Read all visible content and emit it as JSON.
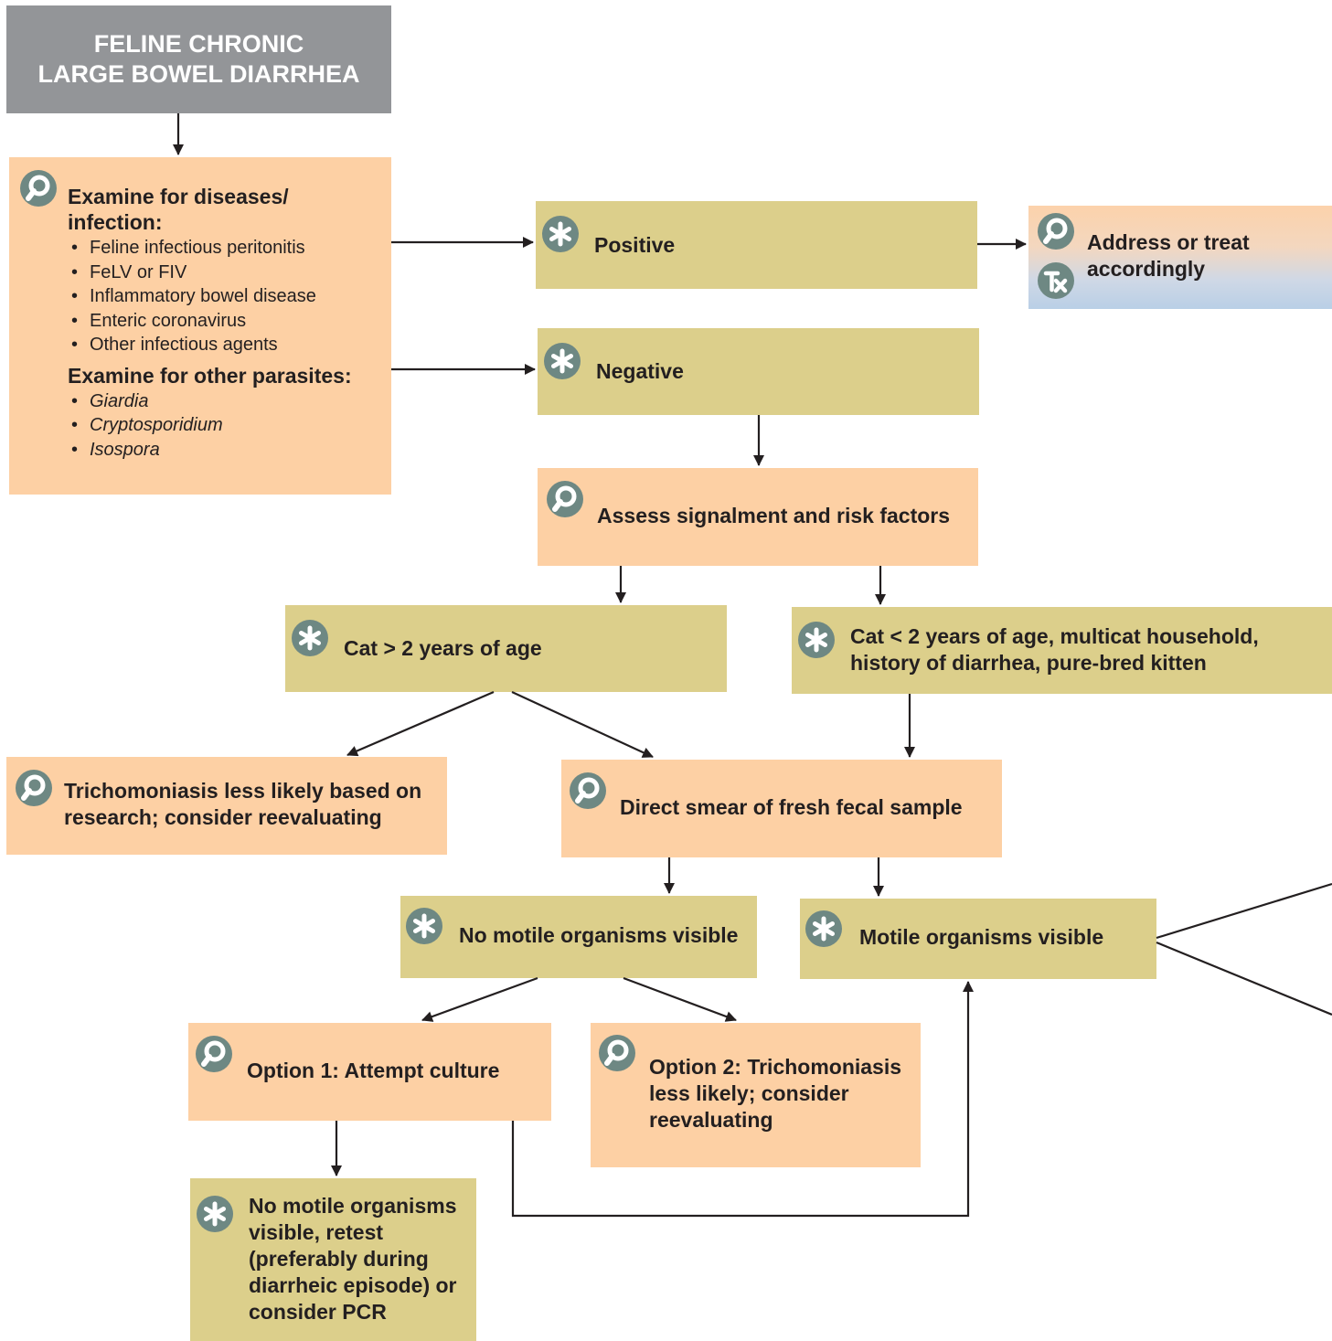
{
  "title": {
    "line1": "FELINE CHRONIC",
    "line2": "LARGE BOWEL DIARRHEA"
  },
  "examine": {
    "heading1": "Examine for diseases/",
    "heading1b": "infection:",
    "diseases": [
      "Feline infectious peritonitis",
      "FeLV or FIV",
      "Inflammatory bowel disease",
      "Enteric coronavirus",
      "Other infectious agents"
    ],
    "heading2": "Examine for other parasites:",
    "parasites": [
      "Giardia",
      "Cryptosporidium",
      "Isospora"
    ]
  },
  "nodes": {
    "positive": "Positive",
    "address": "Address or treat accordingly",
    "negative": "Negative",
    "assess": "Assess signalment and risk factors",
    "cat_over_2": "Cat > 2 years of age",
    "cat_under_2": "Cat < 2 years of age, multicat household, history of diarrhea, pure-bred kitten",
    "tricho_less": "Trichomoniasis less likely based on research; consider reevaluating",
    "direct_smear": "Direct smear of fresh fecal sample",
    "no_motile": "No motile organisms visible",
    "motile": "Motile organisms visible",
    "option1": "Option 1: Attempt culture",
    "option2": "Option 2: Trichomoniasis less likely; consider reevaluating",
    "retest": "No motile organisms visible, retest (preferably during diarrheic episode) or consider PCR"
  },
  "icons": {
    "diagnostic": "magnifier-icon",
    "result": "asterisk-icon",
    "treatment": "tx-icon"
  },
  "colors": {
    "title_bg": "#939598",
    "action_box": "#fdd0a4",
    "result_box": "#dccf8b",
    "icon": "#6e8883"
  }
}
